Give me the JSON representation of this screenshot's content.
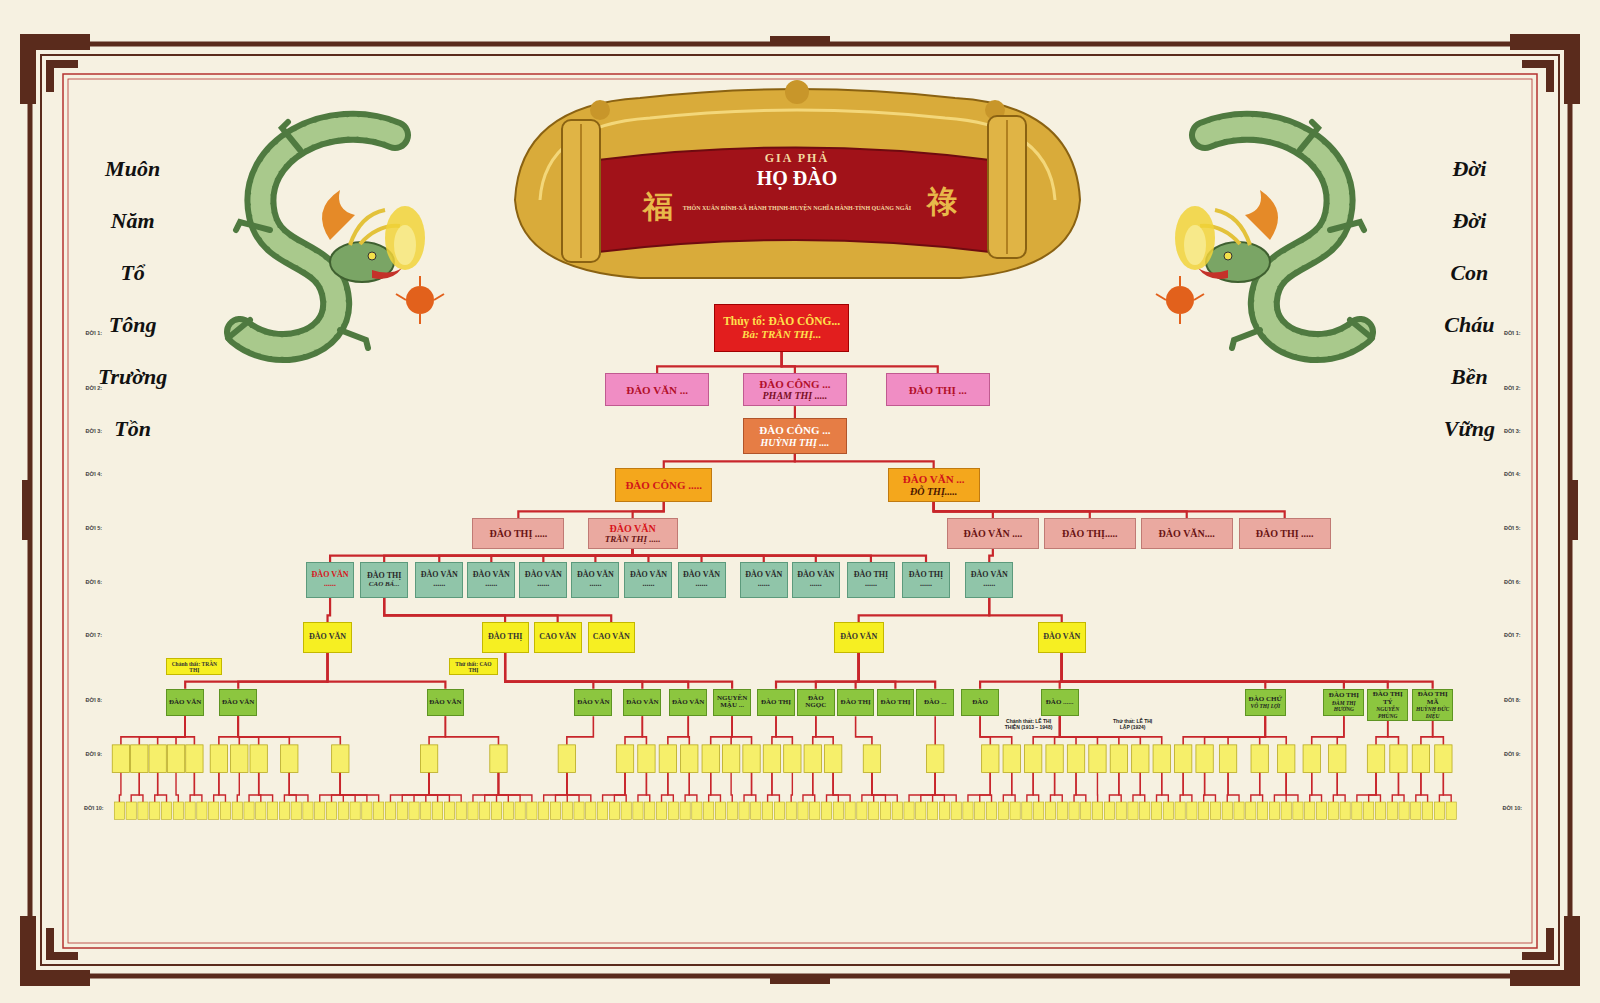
{
  "diagram": {
    "title": "HỌ ĐÀO",
    "nodes": [
      {
        "text": [
          "Thủy tổ: ĐÀO CÔNG...",
          "Bà: TRẦN THỊ..."
        ]
      },
      {
        "text": [
          "ĐÀO VĂN ..."
        ]
      },
      {
        "text": [
          "ĐÀO CÔNG ...",
          "PHẠM THỊ ....."
        ]
      },
      {
        "text": [
          "ĐÀO THỊ ..."
        ]
      },
      {
        "text": [
          "ĐÀO CÔNG ...",
          "HUỲNH THỊ ...."
        ]
      },
      {
        "text": [
          "ĐÀO CÔNG ....."
        ]
      },
      {
        "text": [
          "ĐÀO VĂN ...",
          "ĐỖ THỊ....."
        ]
      },
      {
        "text": [
          "ĐÀO THỊ ....."
        ]
      },
      {
        "text": [
          "ĐÀO VĂN",
          "TRẦN THỊ ....."
        ]
      },
      {
        "text": [
          "ĐÀO VĂN ...."
        ]
      },
      {
        "text": [
          "ĐÀO THỊ....."
        ]
      },
      {
        "text": [
          "ĐÀO VĂN...."
        ]
      },
      {
        "text": [
          "ĐÀO THỊ ....."
        ]
      },
      {
        "text": [
          "ĐÀO VĂN ......"
        ]
      },
      {
        "text": [
          "ĐÀO THỊ",
          "CAO BÁ..."
        ]
      },
      {
        "text": [
          "ĐÀO VĂN ......"
        ]
      },
      {
        "text": [
          "ĐÀO VĂN ......"
        ]
      },
      {
        "text": [
          "ĐÀO VĂN ......"
        ]
      },
      {
        "text": [
          "ĐÀO VĂN ......"
        ]
      },
      {
        "text": [
          "ĐÀO VĂN ......"
        ]
      },
      {
        "text": [
          "ĐÀO VĂN ......"
        ]
      },
      {
        "text": [
          "ĐÀO VĂN ......"
        ]
      },
      {
        "text": [
          "ĐÀO VĂN ......"
        ]
      },
      {
        "text": [
          "ĐÀO THỊ ......"
        ]
      },
      {
        "text": [
          "ĐÀO THỊ ......"
        ]
      },
      {
        "text": [
          "ĐÀO VĂN ......"
        ]
      },
      {
        "text": [
          "ĐÀO VĂN"
        ]
      },
      {
        "text": [
          "ĐÀO THỊ"
        ]
      },
      {
        "text": [
          "CAO VĂN"
        ]
      },
      {
        "text": [
          "CAO VĂN"
        ]
      },
      {
        "text": [
          "ĐÀO VĂN"
        ]
      },
      {
        "text": [
          "ĐÀO VĂN"
        ]
      },
      {
        "text": [
          "ĐÀO VĂN"
        ]
      },
      {
        "text": [
          "ĐÀO VĂN"
        ]
      },
      {
        "text": [
          "ĐÀO VĂN"
        ]
      },
      {
        "text": [
          "ĐÀO VĂN"
        ]
      },
      {
        "text": [
          "ĐÀO VĂN"
        ]
      },
      {
        "text": [
          "ĐÀO VĂN"
        ]
      },
      {
        "text": [
          "NGUYỄN MẬU ..."
        ]
      },
      {
        "text": [
          "ĐÀO THỊ"
        ]
      },
      {
        "text": [
          "ĐÀO NGỌC"
        ]
      },
      {
        "text": [
          "ĐÀO THỊ"
        ]
      },
      {
        "text": [
          "ĐÀO THỊ"
        ]
      },
      {
        "text": [
          "ĐÀO ..."
        ]
      },
      {
        "text": [
          "ĐÀO"
        ]
      },
      {
        "text": [
          "ĐÀO ......"
        ]
      },
      {
        "text": [
          "ĐÀO CHỨ",
          "VÕ THỊ LỢI"
        ]
      },
      {
        "text": [
          "ĐÀO THỊ",
          "ĐÀM THỊ HƯỜNG"
        ]
      },
      {
        "text": [
          "ĐÀO THỊ TÝ",
          "NGUYỄN PHÙNG"
        ]
      },
      {
        "text": [
          "ĐÀO THỊ MÃ",
          "HUỲNH ĐỨC DIỆU"
        ]
      },
      {
        "text": [
          "Chánh thất: TRẦN THỊ"
        ]
      },
      {
        "text": [
          "Thứ thất: CAO THỊ"
        ]
      }
    ],
    "edges": [
      {
        "from": 0,
        "to": 1,
        "arrow": "none"
      },
      {
        "from": 0,
        "to": 2,
        "arrow": "none"
      },
      {
        "from": 0,
        "to": 3,
        "arrow": "none"
      },
      {
        "from": 2,
        "to": 4,
        "arrow": "none"
      },
      {
        "from": 4,
        "to": 5,
        "arrow": "none"
      },
      {
        "from": 4,
        "to": 6,
        "arrow": "none"
      },
      {
        "from": 5,
        "to": 7,
        "arrow": "none"
      },
      {
        "from": 5,
        "to": 8,
        "arrow": "none"
      },
      {
        "from": 6,
        "to": 9,
        "arrow": "none"
      },
      {
        "from": 6,
        "to": 10,
        "arrow": "none"
      },
      {
        "from": 6,
        "to": 11,
        "arrow": "none"
      },
      {
        "from": 6,
        "to": 12,
        "arrow": "none"
      },
      {
        "from": 8,
        "to": 13,
        "arrow": "none"
      },
      {
        "from": 8,
        "to": 14,
        "arrow": "none"
      },
      {
        "from": 8,
        "to": 15,
        "arrow": "none"
      },
      {
        "from": 8,
        "to": 16,
        "arrow": "none"
      },
      {
        "from": 8,
        "to": 17,
        "arrow": "none"
      },
      {
        "from": 8,
        "to": 18,
        "arrow": "none"
      },
      {
        "from": 8,
        "to": 19,
        "arrow": "none"
      },
      {
        "from": 8,
        "to": 20,
        "arrow": "none"
      },
      {
        "from": 8,
        "to": 21,
        "arrow": "none"
      },
      {
        "from": 8,
        "to": 22,
        "arrow": "none"
      },
      {
        "from": 8,
        "to": 23,
        "arrow": "none"
      },
      {
        "from": 8,
        "to": 24,
        "arrow": "none"
      },
      {
        "from": 9,
        "to": 25,
        "arrow": "none"
      },
      {
        "from": 13,
        "to": 26,
        "arrow": "none"
      },
      {
        "from": 14,
        "to": 27,
        "arrow": "none"
      },
      {
        "from": 14,
        "to": 28,
        "arrow": "none"
      },
      {
        "from": 14,
        "to": 29,
        "arrow": "none"
      },
      {
        "from": 25,
        "to": 30,
        "arrow": "none"
      },
      {
        "from": 25,
        "to": 31,
        "arrow": "none"
      },
      {
        "from": 26,
        "to": 32,
        "arrow": "none"
      },
      {
        "from": 26,
        "to": 33,
        "arrow": "none"
      },
      {
        "from": 26,
        "to": 34,
        "arrow": "none"
      },
      {
        "from": 27,
        "to": 35,
        "arrow": "none"
      },
      {
        "from": 27,
        "to": 36,
        "arrow": "none"
      },
      {
        "from": 27,
        "to": 37,
        "arrow": "none"
      },
      {
        "from": 27,
        "to": 38,
        "arrow": "none"
      },
      {
        "from": 30,
        "to": 39,
        "arrow": "none"
      },
      {
        "from": 30,
        "to": 40,
        "arrow": "none"
      },
      {
        "from": 30,
        "to": 41,
        "arrow": "none"
      },
      {
        "from": 30,
        "to": 42,
        "arrow": "none"
      },
      {
        "from": 30,
        "to": 43,
        "arrow": "none"
      },
      {
        "from": 31,
        "to": 44,
        "arrow": "none"
      },
      {
        "from": 31,
        "to": 45,
        "arrow": "none"
      },
      {
        "from": 31,
        "to": 46,
        "arrow": "none"
      },
      {
        "from": 31,
        "to": 47,
        "arrow": "none"
      },
      {
        "from": 31,
        "to": 48,
        "arrow": "none"
      },
      {
        "from": 31,
        "to": 49,
        "arrow": "none"
      }
    ],
    "labels": [
      "GIA PHẢ",
      "THÔN XUÂN ĐÌNH-XÃ HÀNH THỊNH-HUYỆN NGHĨA HÀNH-TỈNH QUẢNG NGÃI",
      "福",
      "祿",
      "Muôn Năm Tổ Tông Trường Tồn",
      "Đời Đời Con Cháu Bền Vững",
      "ĐỜI 1:",
      "ĐỜI 2:",
      "ĐỜI 3:",
      "ĐỜI 4:",
      "ĐỜI 5:",
      "ĐỜI 6:",
      "ĐỜI 7:",
      "ĐỜI 8:",
      "ĐỜI 9:",
      "ĐỜI 10:",
      "ĐỜI 1:",
      "ĐỜI 2:",
      "ĐỜI 3:",
      "ĐỜI 4:",
      "ĐỜI 5:",
      "ĐỜI 6:",
      "ĐỜI 7:",
      "ĐỜI 8:",
      "ĐỜI 9:",
      "ĐỜI 10:",
      "Chánh thất: LÊ THỊ THIỆN (1913 – 1948)",
      "Thứ thất: LÊ THỊ LẬP (1924)"
    ]
  }
}
